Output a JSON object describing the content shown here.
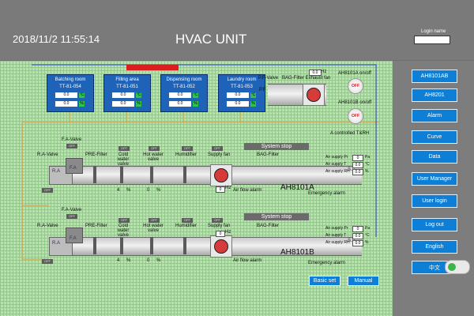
{
  "header": {
    "datetime": "2018/11/2 11:55:14",
    "title": "HVAC UNIT",
    "login_label": "Login name"
  },
  "top_alert": "",
  "rooms": [
    {
      "name": "Batching room",
      "tag": "TT-81-054",
      "t": "0.0",
      "t_unit": "°C",
      "h": "0.0",
      "h_unit": "%"
    },
    {
      "name": "Filling area",
      "tag": "TT-81-051",
      "t": "0.0",
      "t_unit": "°C",
      "h": "0.0",
      "h_unit": "%"
    },
    {
      "name": "Dispensing room",
      "tag": "TT-81-052",
      "t": "0.0",
      "t_unit": "°C",
      "h": "0.0",
      "h_unit": "%"
    },
    {
      "name": "Laundry room",
      "tag": "TT-81-053",
      "t": "0.0",
      "t_unit": "°C",
      "h": "0.0",
      "h_unit": "%"
    }
  ],
  "exhaust": {
    "pf_valve": "P.F-Valve",
    "bag_filter_exhaust": "BAG-Filter  Exhaust fan",
    "hz_value": "0.0",
    "hz_unit": "Hz",
    "pf_tag": "P.F",
    "a_onoff": "AH8101A  on/off",
    "b_onoff": "AH8101B  on/off",
    "off_label": "OFF"
  },
  "unit_a": {
    "fa_valve": "F.A-Valve",
    "ra_valve": "R.A-Valve",
    "pre_filter": "PRE-Filter",
    "cold_water": "Cold water valve",
    "hot_water": "Hot water valve",
    "humidifier": "Humidifier",
    "supply_fan": "Supply fan",
    "bag_filter": "BAG-Filter",
    "status": "System stop",
    "name": "AH8101A",
    "ra_tag": "R.A",
    "fa_tag": "F.A",
    "sa_tag": "S.A",
    "air_flow": "Air flow alarm",
    "emergency": "Emergency alarm",
    "hz": "0",
    "hz_unit": "Hz",
    "pct_cold": "4",
    "pct_hot": "0",
    "pct_unit": "%",
    "off_label": "OFF"
  },
  "right_a": {
    "controlled": "A controlled T&RH",
    "rows": [
      {
        "label": "Air supply Pr",
        "value": "0",
        "unit": "Pa"
      },
      {
        "label": "Air supply T",
        "value": "0.0",
        "unit": "°C"
      },
      {
        "label": "Air supply RH",
        "value": "0.0",
        "unit": "%"
      }
    ]
  },
  "unit_b": {
    "fa_valve": "F.A-Valve",
    "ra_valve": "R.A-Valve",
    "pre_filter": "PRE-Filter",
    "cold_water": "Cold water valve",
    "hot_water": "Hot water valve",
    "humidifier": "Humidifier",
    "supply_fan": "Supply fan",
    "bag_filter": "BAG-Filter",
    "status": "System stop",
    "name": "AH8101B",
    "ra_tag": "R.A",
    "fa_tag": "F.A",
    "sa_tag": "S.A",
    "air_flow": "Air flow alarm",
    "emergency": "Emergency alarm",
    "hz": "0",
    "hz_unit": "Hz",
    "pct_cold": "4",
    "pct_hot": "0",
    "pct_unit": "%",
    "off_label": "OFF"
  },
  "right_b": {
    "rows": [
      {
        "label": "Air supply Pr",
        "value": "0",
        "unit": "Pa"
      },
      {
        "label": "Air supply T",
        "value": "0.0",
        "unit": "°C"
      },
      {
        "label": "Air supply RH",
        "value": "0.0",
        "unit": "%"
      }
    ]
  },
  "bottom": {
    "basic_set": "Basic set",
    "manual": "Manual"
  },
  "nav": [
    "AH8101AB",
    "AH8201",
    "Alarm",
    "Curve",
    "Data",
    "User Manager",
    "User login",
    "Log out",
    "English",
    "中文"
  ],
  "colors": {
    "accent": "#0d7fd6",
    "room": "#1f63b8",
    "grid": "#b9e2b0",
    "pipe_orange": "#e8a033",
    "pipe_blue": "#2a3fd0"
  }
}
